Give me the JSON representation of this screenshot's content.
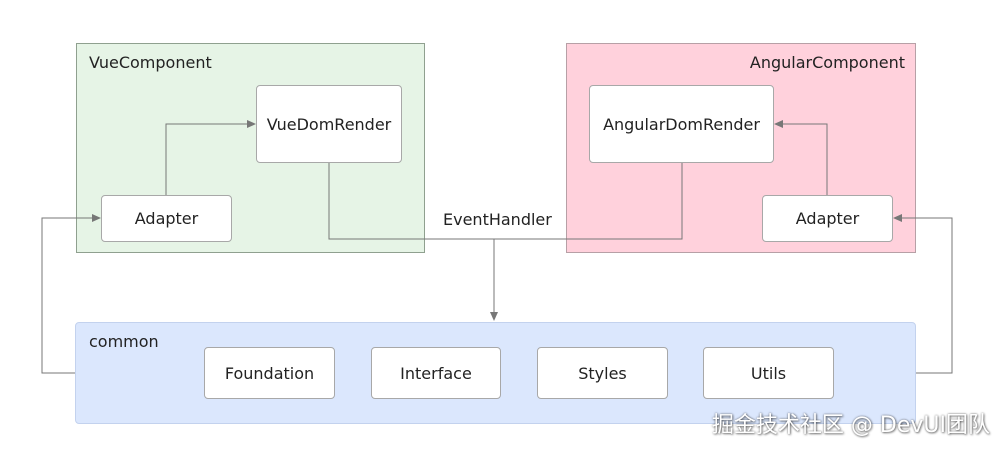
{
  "vue_component": {
    "title": "VueComponent",
    "render_label": "VueDomRender",
    "adapter_label": "Adapter"
  },
  "angular_component": {
    "title": "AngularComponent",
    "render_label": "AngularDomRender",
    "adapter_label": "Adapter"
  },
  "common": {
    "title": "common",
    "modules": [
      "Foundation",
      "Interface",
      "Styles",
      "Utils"
    ]
  },
  "edges": {
    "event_handler_label": "EventHandler"
  },
  "watermark": "掘金技术社区 @ DevUI团队",
  "colors": {
    "vue_bg": "#e6f4e6",
    "angular_bg": "#ffd1dc",
    "common_bg": "#dbe7fd",
    "connector": "#777777"
  }
}
